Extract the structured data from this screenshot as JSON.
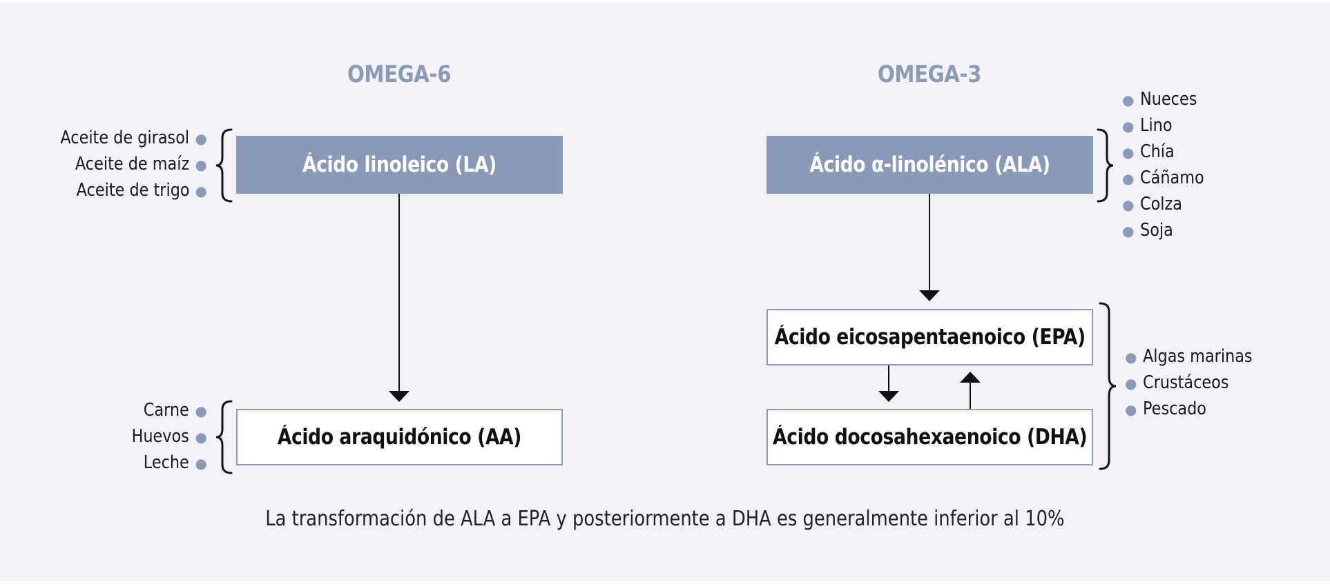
{
  "headings": {
    "omega6": "OMEGA-6",
    "omega3": "OMEGA-3"
  },
  "boxes": {
    "la": "Ácido linoleico (LA)",
    "ala": "Ácido α-linolénico (ALA)",
    "aa": "Ácido araquidónico (AA)",
    "epa": "Ácido eicosapentaenoico (EPA)",
    "dha": "Ácido docosahexaenoico (DHA)"
  },
  "sources": {
    "la": [
      "Aceite de girasol",
      "Aceite de maíz",
      "Aceite de trigo"
    ],
    "aa": [
      "Carne",
      "Huevos",
      "Leche"
    ],
    "ala": [
      "Nueces",
      "Lino",
      "Chía",
      "Cáñamo",
      "Colza",
      "Soja"
    ],
    "epa_dha": [
      "Algas marinas",
      "Crustáceos",
      "Pescado"
    ]
  },
  "footnote": "La transformación de ALA a EPA y posteriormente a DHA es generalmente inferior al 10%",
  "colors": {
    "accent": "#889ab7",
    "background": "#f2f2f7",
    "text": "#111111"
  }
}
